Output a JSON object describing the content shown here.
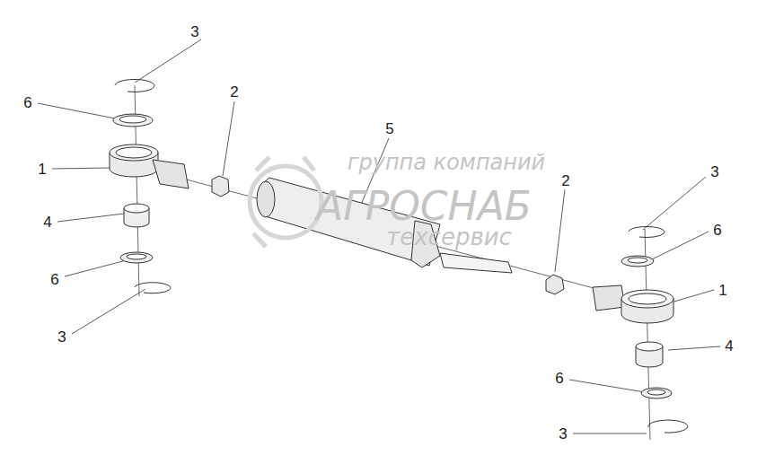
{
  "diagram": {
    "labels": [
      "3",
      "6",
      "1",
      "2",
      "5",
      "4",
      "6",
      "3",
      "3",
      "6",
      "2",
      "1",
      "4",
      "6",
      "3",
      "группа компаний",
      "АГРОСНАБ",
      "техсервис"
    ]
  }
}
